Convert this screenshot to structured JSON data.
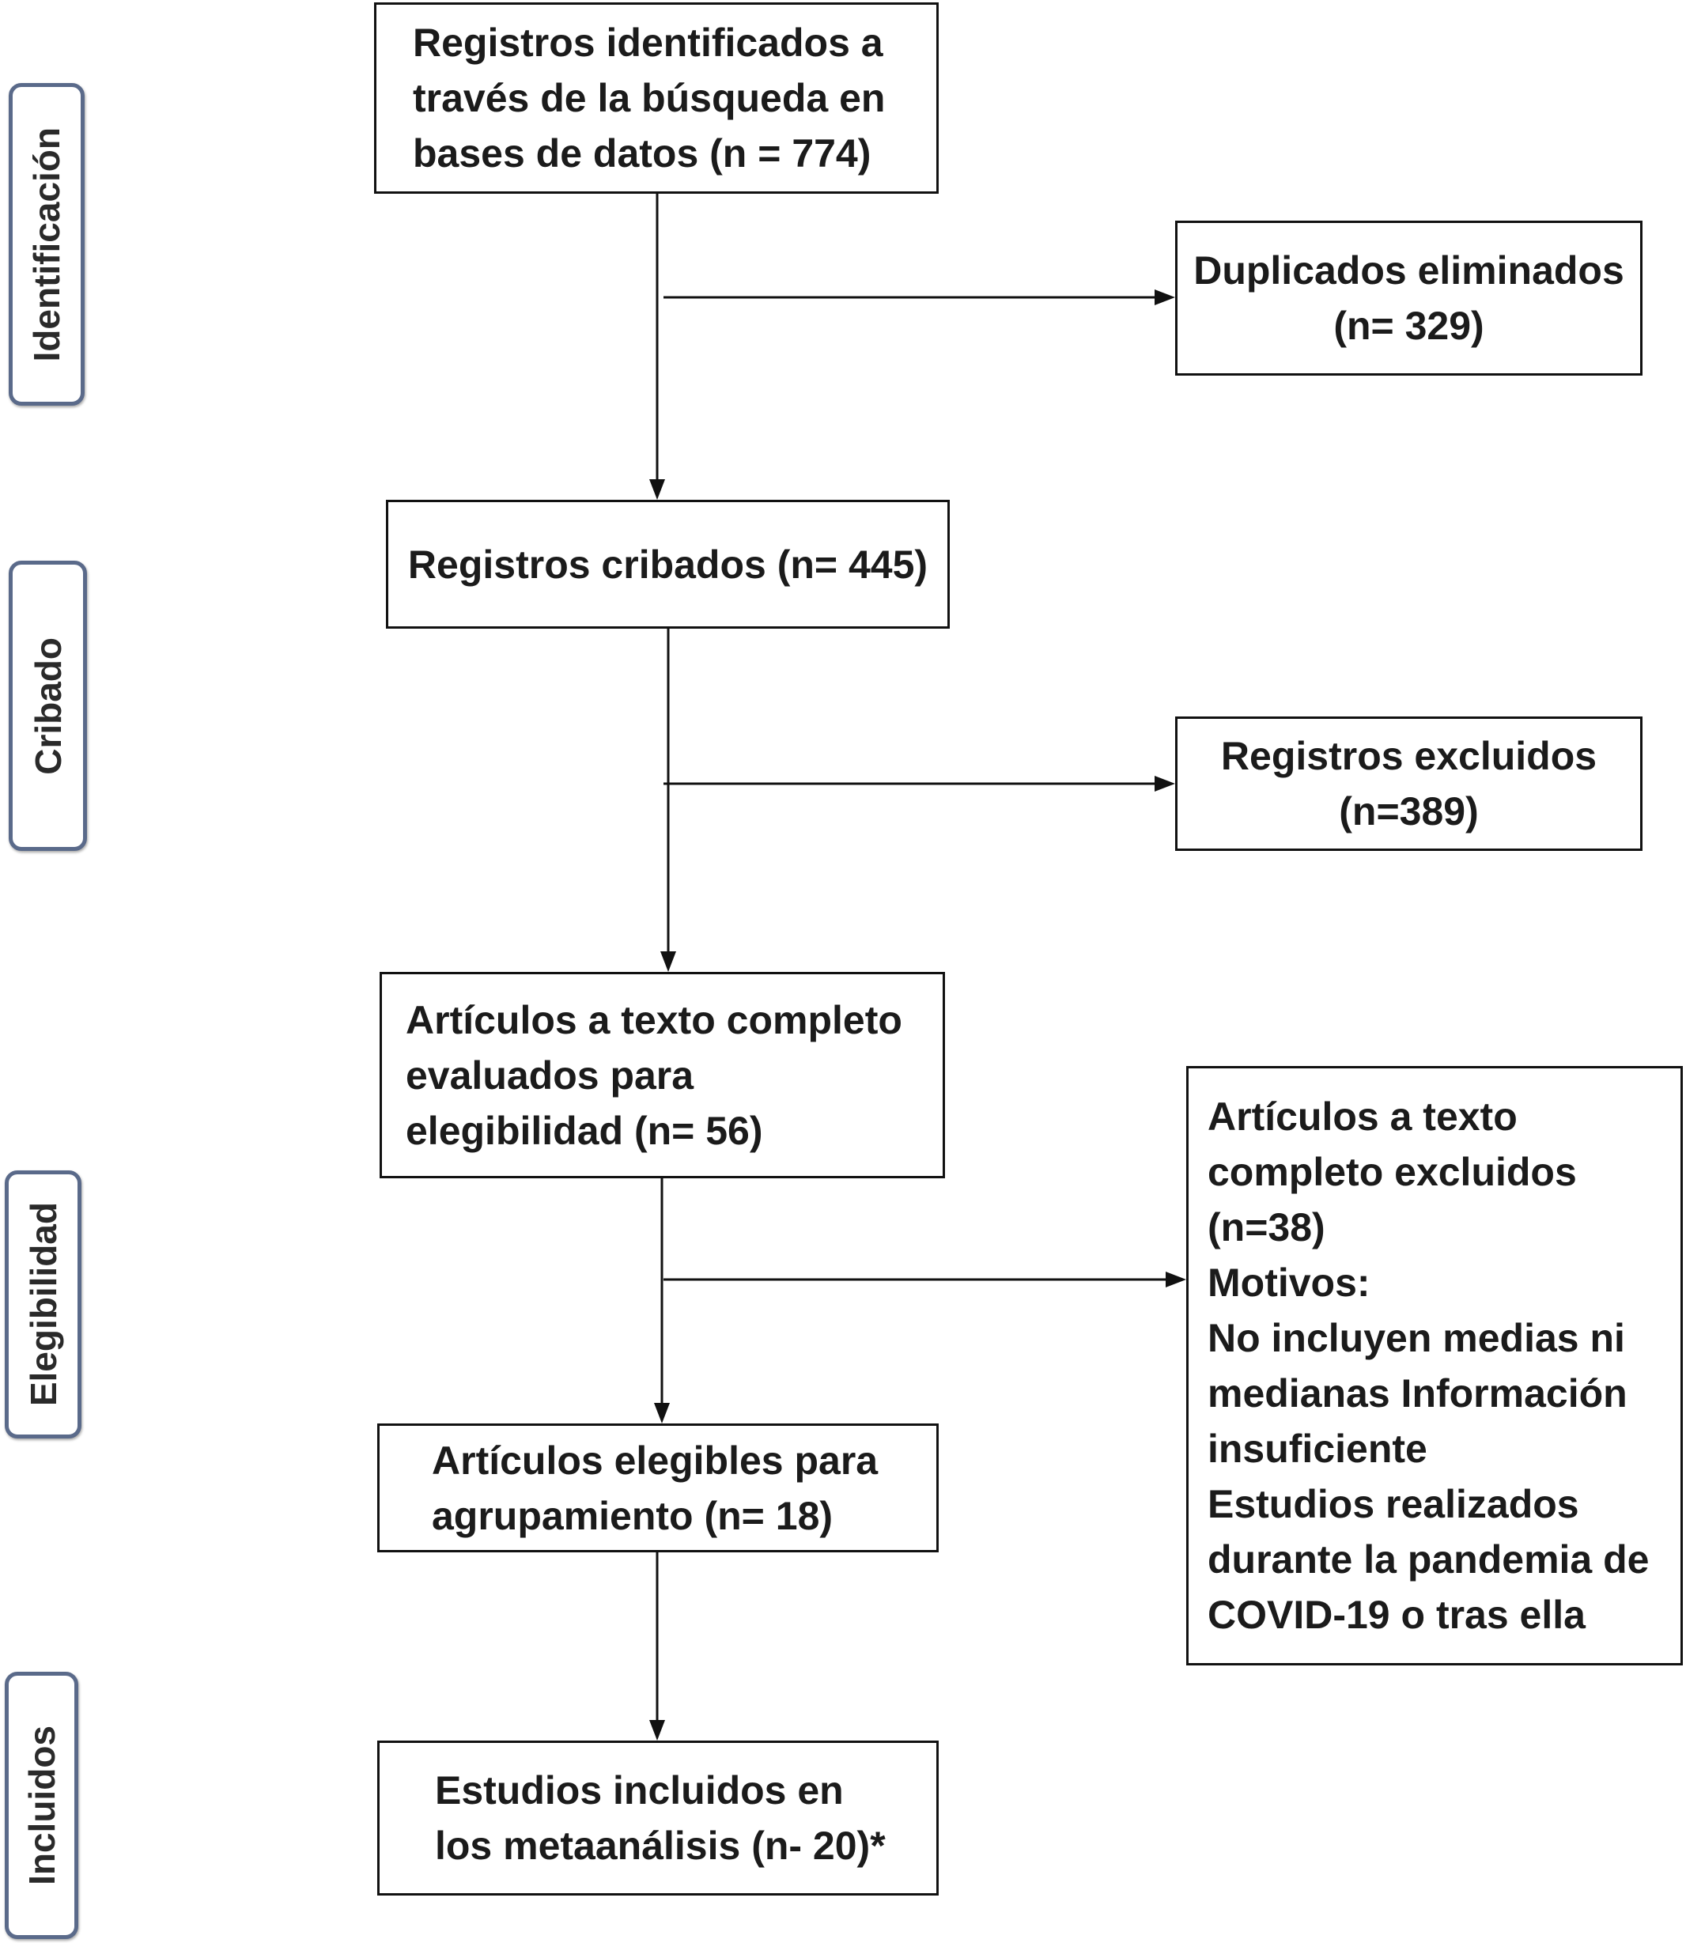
{
  "stages": {
    "identification": "Identificación",
    "screening": "Cribado",
    "eligibility": "Elegibilidad",
    "included": "Incluidos"
  },
  "boxes": {
    "identified": {
      "lines": [
        "Registros identificados a",
        "través de la búsqueda en",
        "bases de datos (n = 774)"
      ]
    },
    "duplicates_removed": {
      "lines": [
        "Duplicados eliminados",
        "(n= 329)"
      ]
    },
    "screened": {
      "lines": [
        "Registros cribados (n= 445)"
      ]
    },
    "excluded": {
      "lines": [
        "Registros excluidos",
        "(n=389)"
      ]
    },
    "fulltext_assessed": {
      "lines": [
        "Artículos a texto completo",
        "evaluados para",
        "elegibilidad (n= 56)"
      ]
    },
    "fulltext_excluded": {
      "lines": [
        "Artículos a texto",
        "completo excluidos",
        "(n=38)",
        "Motivos:",
        "No incluyen medias ni",
        "medianas Información",
        "insuficiente",
        "Estudios realizados",
        "durante la pandemia de",
        "COVID-19 o tras ella"
      ]
    },
    "eligible_pooling": {
      "lines": [
        "Artículos elegibles para",
        "agrupamiento (n= 18)"
      ]
    },
    "included_meta": {
      "lines": [
        "Estudios incluidos en",
        "los metaanálisis (n- 20)*"
      ]
    }
  },
  "colors": {
    "box_border": "#111111",
    "stage_border": "#5a6a8a",
    "text": "#1b1b1b",
    "background": "#ffffff"
  }
}
